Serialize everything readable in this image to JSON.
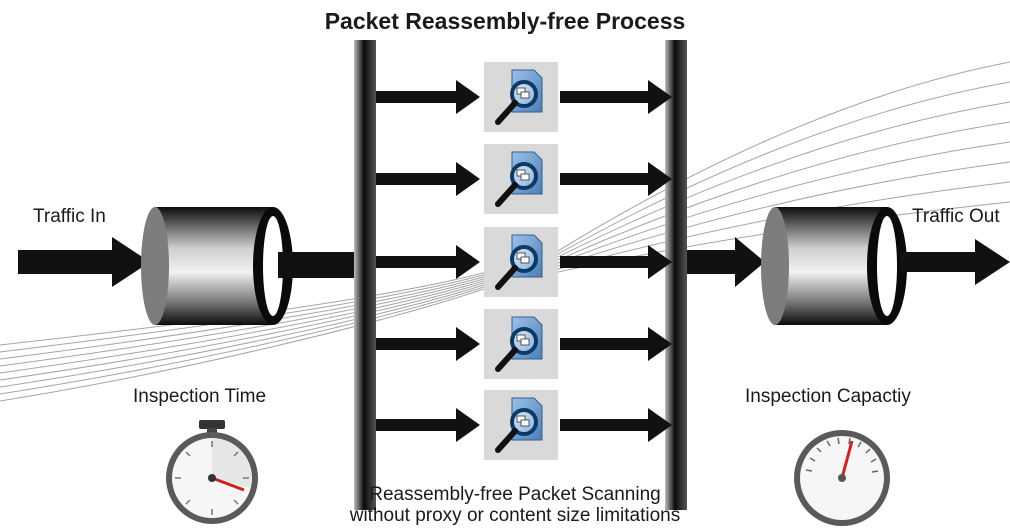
{
  "diagram": {
    "title": "Packet Reassembly-free Process",
    "traffic_in_label": "Traffic In",
    "traffic_out_label": "Traffic Out",
    "inspection_time_label": "Inspection Time",
    "inspection_capacity_label": "Inspection Capactiy",
    "caption_line1": "Reassembly-free Packet Scanning",
    "caption_line2": "without proxy or content size limitations",
    "parallel_scanner_count": 5,
    "colors": {
      "arrow": "#111111",
      "scanner_tile": "#d9d9d9",
      "document": "#6b9ac9",
      "lens_ring": "#0b3a66",
      "gauge_needle": "#cc2222",
      "guide_lines": "#9a9a9a"
    },
    "icons": [
      "funnel-cylinder-icon",
      "packet-scan-icon",
      "stopwatch-icon",
      "speedometer-icon"
    ]
  }
}
